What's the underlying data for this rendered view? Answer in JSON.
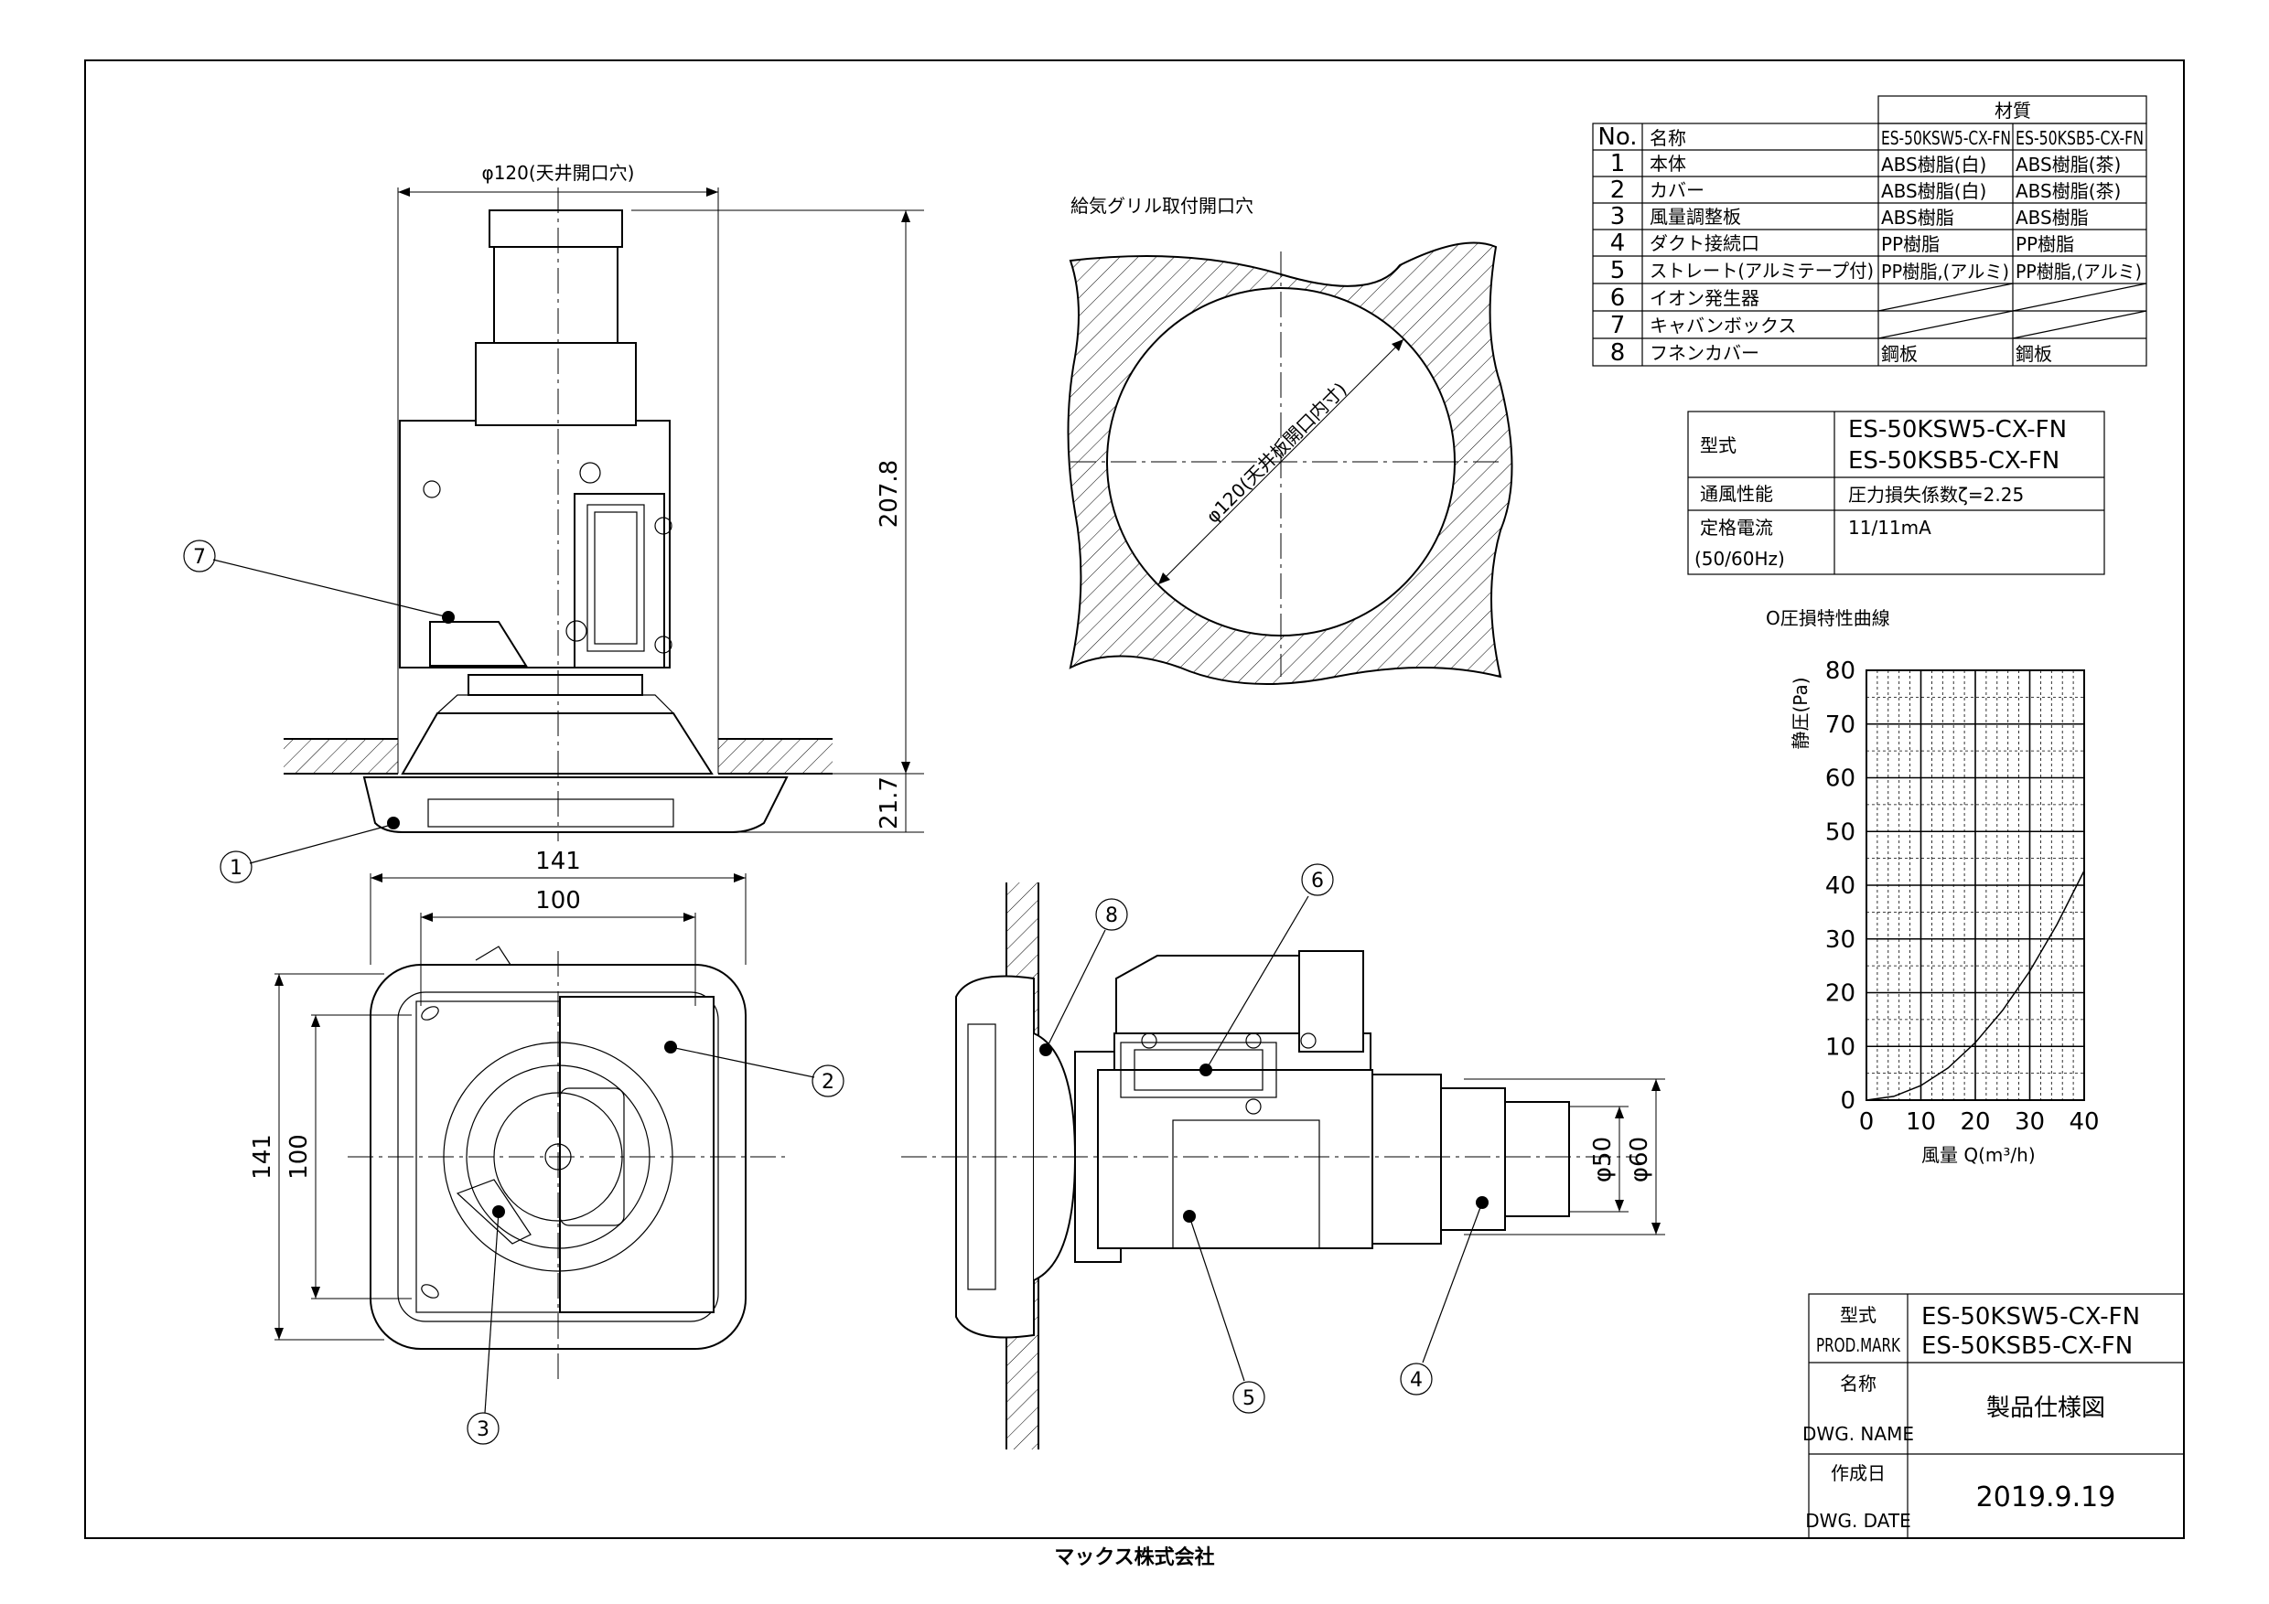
{
  "parts_table": {
    "header_group": "材質",
    "col_no": "No.",
    "col_name": "名称",
    "col_mat_a": "ES-50KSW5-CX-FN",
    "col_mat_b": "ES-50KSB5-CX-FN",
    "rows": [
      {
        "no": "1",
        "name": "本体",
        "mat_a": "ABS樹脂(白)",
        "mat_b": "ABS樹脂(茶)"
      },
      {
        "no": "2",
        "name": "カバー",
        "mat_a": "ABS樹脂(白)",
        "mat_b": "ABS樹脂(茶)"
      },
      {
        "no": "3",
        "name": "風量調整板",
        "mat_a": "ABS樹脂",
        "mat_b": "ABS樹脂"
      },
      {
        "no": "4",
        "name": "ダクト接続口",
        "mat_a": "PP樹脂",
        "mat_b": "PP樹脂"
      },
      {
        "no": "5",
        "name": "ストレート(アルミテープ付)",
        "mat_a": "PP樹脂,(アルミ)",
        "mat_b": "PP樹脂,(アルミ)"
      },
      {
        "no": "6",
        "name": "イオン発生器",
        "mat_a": "",
        "mat_b": ""
      },
      {
        "no": "7",
        "name": "キャバンボックス",
        "mat_a": "",
        "mat_b": ""
      },
      {
        "no": "8",
        "name": "フネンカバー",
        "mat_a": "鋼板",
        "mat_b": "鋼板"
      }
    ]
  },
  "spec_table": {
    "model_label": "型式",
    "model_a": "ES-50KSW5-CX-FN",
    "model_b": "ES-50KSB5-CX-FN",
    "airflow_label": "通風性能",
    "airflow_value": "圧力損失係数ζ=2.25",
    "current_label": "定格電流",
    "current_label_2": "(50/60Hz)",
    "current_value": "11/11mA"
  },
  "views": {
    "opening_title": "給気グリル取付開口穴",
    "opening_dim": "φ120(天井板開口内寸)",
    "side_dim_top": "φ120(天井開口穴)",
    "side_dim_height": "207.8",
    "side_dim_flange": "21.7",
    "bottom_dim_141_w": "141",
    "bottom_dim_100_w": "100",
    "bottom_dim_141_h": "141",
    "bottom_dim_100_h": "100",
    "front_dim_50": "φ50",
    "front_dim_60": "φ60",
    "callouts": [
      "1",
      "2",
      "3",
      "4",
      "5",
      "6",
      "7",
      "8"
    ]
  },
  "chart_data": {
    "type": "line",
    "title": "O圧損特性曲線",
    "xlabel": "風量 Q(m³/h)",
    "ylabel": "静圧(Pa)",
    "xlim": [
      0,
      40
    ],
    "ylim": [
      0,
      80
    ],
    "x_ticks": [
      "0",
      "10",
      "20",
      "30",
      "40"
    ],
    "y_ticks": [
      "0",
      "10",
      "20",
      "30",
      "40",
      "50",
      "60",
      "70",
      "80"
    ],
    "grid": true,
    "x": [
      0,
      5,
      10,
      15,
      20,
      25,
      30,
      35,
      40
    ],
    "y": [
      0,
      0.7,
      2.7,
      6.0,
      10.7,
      16.7,
      24.0,
      32.7,
      42.7
    ]
  },
  "title_block": {
    "model_label_jp": "型式",
    "model_label_en": "PROD.MARK",
    "model_a": "ES-50KSW5-CX-FN",
    "model_b": "ES-50KSB5-CX-FN",
    "name_label_jp": "名称",
    "name_label_en": "DWG. NAME",
    "name_value": "製品仕様図",
    "date_label_jp": "作成日",
    "date_label_en": "DWG. DATE",
    "date_value": "2019.9.19"
  },
  "company": "マックス株式会社"
}
